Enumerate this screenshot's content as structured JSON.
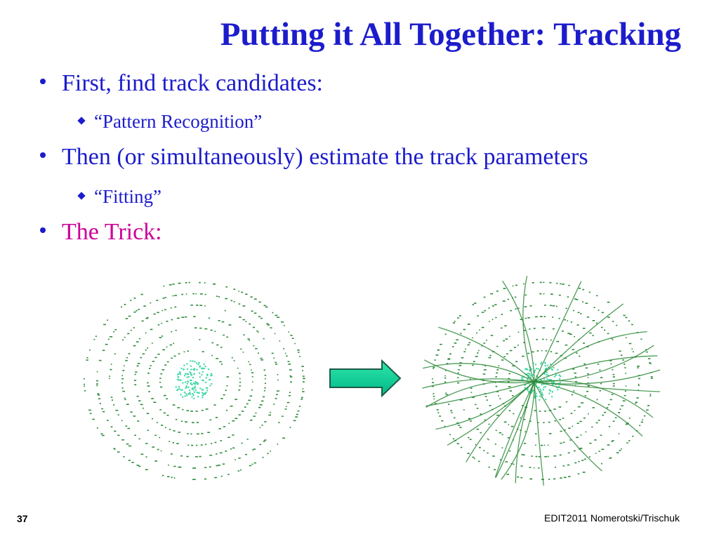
{
  "title": "Putting it All Together: Tracking",
  "bullets": [
    {
      "text": "First, find track candidates:",
      "sub": "“Pattern Recognition”"
    },
    {
      "text": "Then (or simultaneously) estimate the track parameters",
      "sub": "“Fitting”"
    },
    {
      "text": "The Trick:"
    }
  ],
  "colors": {
    "title": "#1c1ccc",
    "accent": "#cc0099",
    "hits": "#2e8b3a",
    "vertex": "#3fd8a8",
    "arrow": "#00c890"
  },
  "figures": {
    "left": "detector-hits-before-icon",
    "arrow": "right-arrow-icon",
    "right": "detector-hits-with-tracks-icon"
  },
  "footer": {
    "page": "37",
    "credit": "EDIT2011 Nomerotski/Trischuk"
  }
}
